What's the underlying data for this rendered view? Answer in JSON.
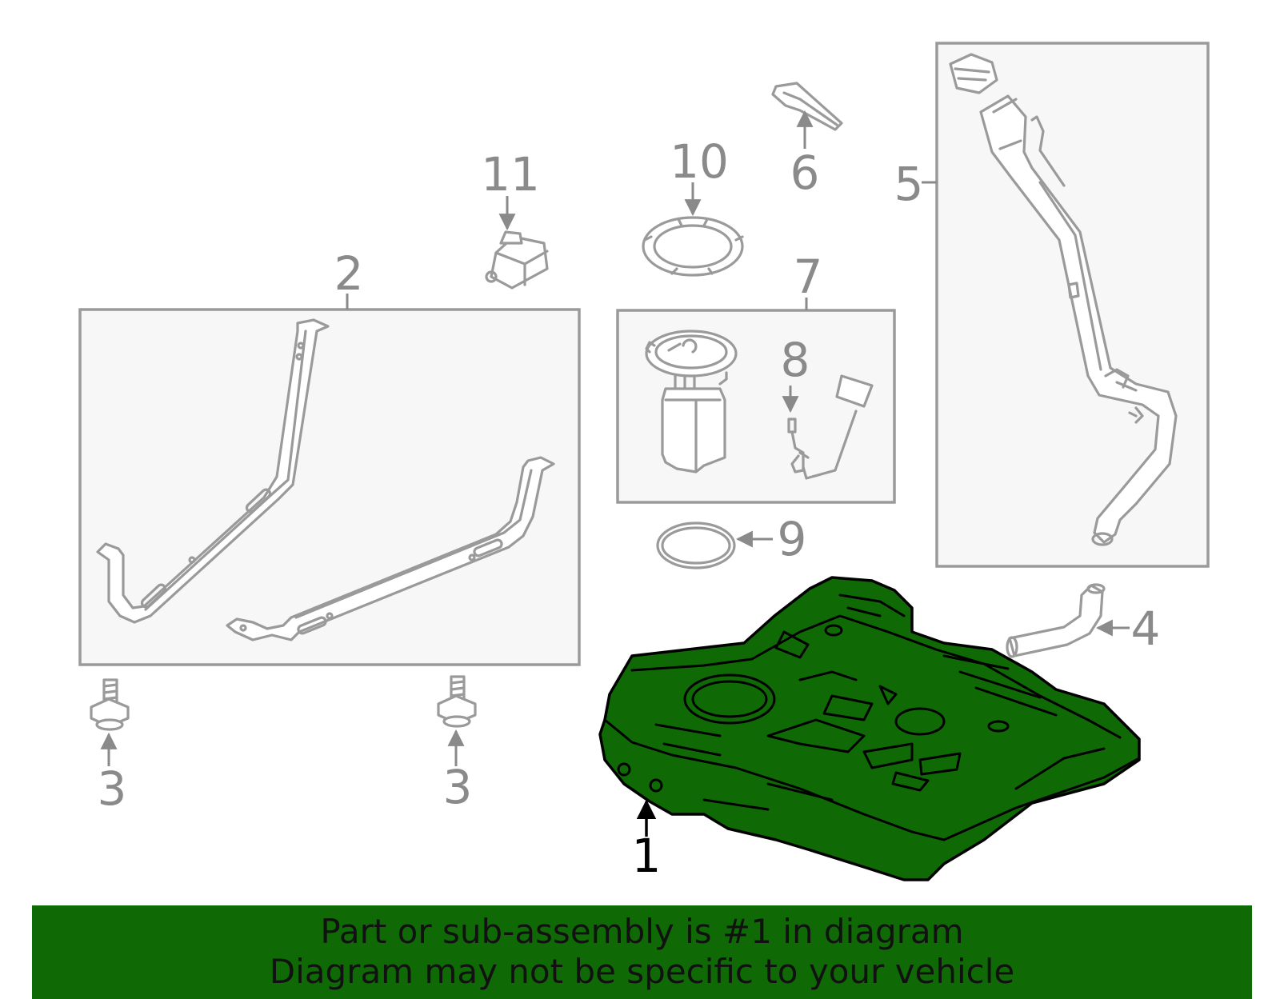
{
  "callouts": {
    "c1": "1",
    "c2": "2",
    "c3a": "3",
    "c3b": "3",
    "c4": "4",
    "c5": "5",
    "c6": "6",
    "c7": "7",
    "c8": "8",
    "c9": "9",
    "c10": "10",
    "c11": "11"
  },
  "highlight_color": "#0f6a06",
  "banner": {
    "line1": "Part or sub-assembly is #1 in diagram",
    "line2": "Diagram may not be specific to your vehicle"
  }
}
